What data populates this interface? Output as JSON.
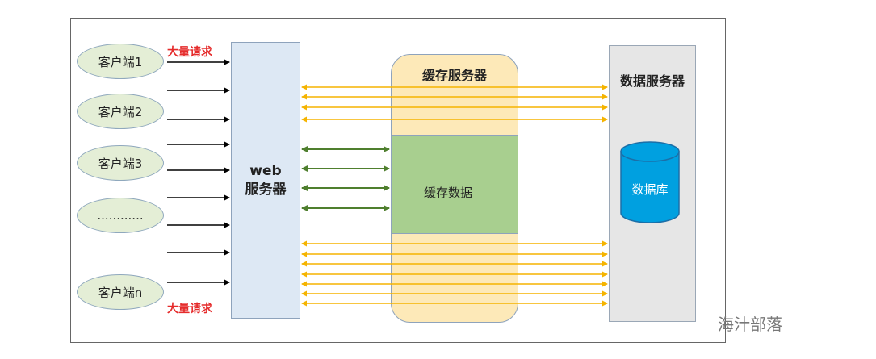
{
  "clients": [
    {
      "label": "客户端1"
    },
    {
      "label": "客户端2"
    },
    {
      "label": "客户端3"
    },
    {
      "label": "............"
    },
    {
      "label": "客户端n"
    }
  ],
  "request_label_top": "大量请求",
  "request_label_bottom": "大量请求",
  "web_server": {
    "line1": "web",
    "line2": "服务器"
  },
  "cache_server": {
    "title": "缓存服务器",
    "data_label": "缓存数据"
  },
  "data_server": {
    "title": "数据服务器",
    "db_label": "数据库"
  },
  "watermark": "海汁部落",
  "colors": {
    "client_fill": "#e4eed6",
    "web_fill": "#dde8f4",
    "cache_fill": "#fde9b8",
    "cache_data_fill": "#a8cf8f",
    "db_fill": "#00a0e0",
    "yellow_arrow": "#f5b400",
    "green_arrow": "#4f7f2e",
    "request_text": "#e52b2b"
  }
}
